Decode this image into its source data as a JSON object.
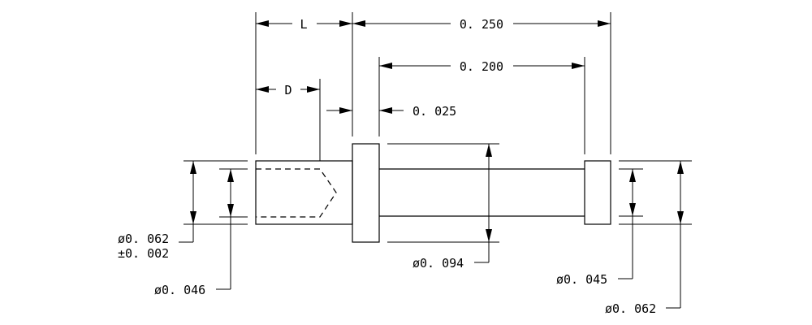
{
  "drawing": {
    "type": "dimensioned part drawing",
    "dimensions": {
      "L": "L",
      "D": "D",
      "overall_length": "0. 250",
      "tail_length": "0. 200",
      "flange_thickness": "0. 025",
      "dia_062_head": "ø0. 062",
      "dia_062_tol": "±0. 002",
      "dia_046": "ø0. 046",
      "dia_094": "ø0. 094",
      "dia_045": "ø0. 045",
      "dia_062_tail": "ø0. 062"
    }
  }
}
